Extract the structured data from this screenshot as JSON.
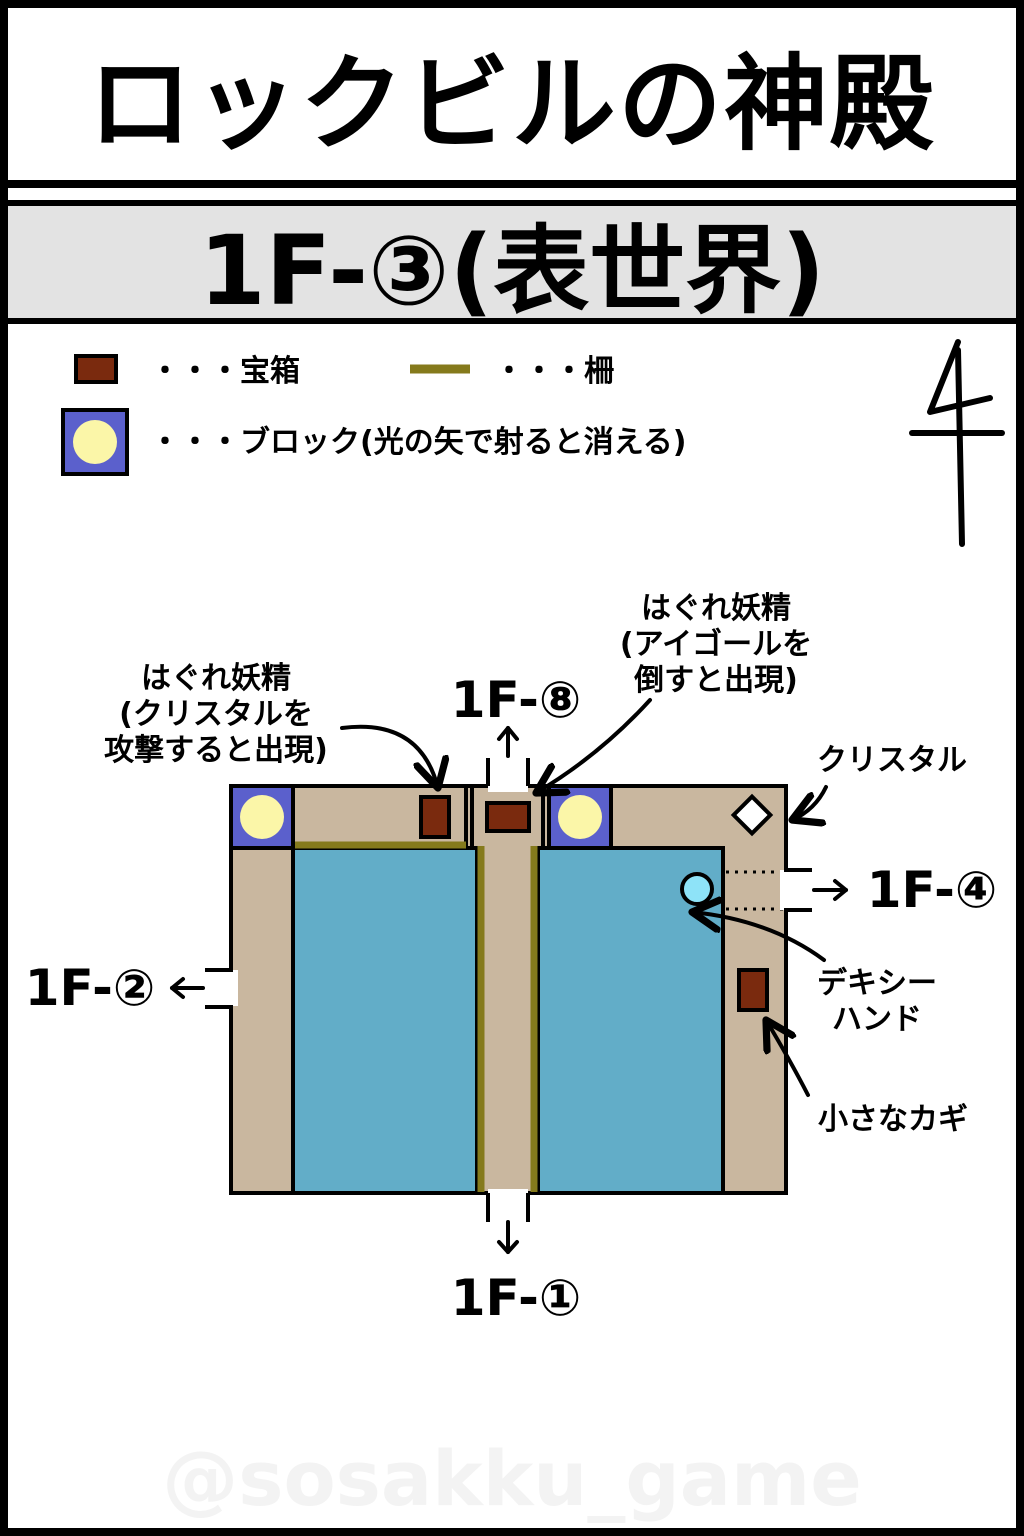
{
  "title": "ロックビルの神殿",
  "subtitle": "1F-③(表世界)",
  "legend": {
    "chest": "・・・宝箱",
    "fence": "・・・柵",
    "block": "・・・ブロック(光の矢で射ると消える)"
  },
  "exits": {
    "north": "1F-⑧",
    "south": "1F-①",
    "west": "1F-②",
    "east": "1F-④"
  },
  "labels": {
    "fairy1_l1": "はぐれ妖精",
    "fairy1_l2": "(クリスタルを",
    "fairy1_l3": "攻撃すると出現)",
    "fairy2_l1": "はぐれ妖精",
    "fairy2_l2": "(アイゴールを",
    "fairy2_l3": "倒すと出現)",
    "crystal": "クリスタル",
    "dexihand_l1": "デキシー",
    "dexihand_l2": "ハンド",
    "small_key": "小さなカギ"
  },
  "watermark": "@sosakku_game",
  "colors": {
    "floor": "#c9b79f",
    "water": "#62adc8",
    "chest": "#7a2a0e",
    "fence": "#857a1c",
    "block_bg": "#5b60cc",
    "block_orb": "#fbf6a8",
    "enemy": "#8ee3f8"
  }
}
